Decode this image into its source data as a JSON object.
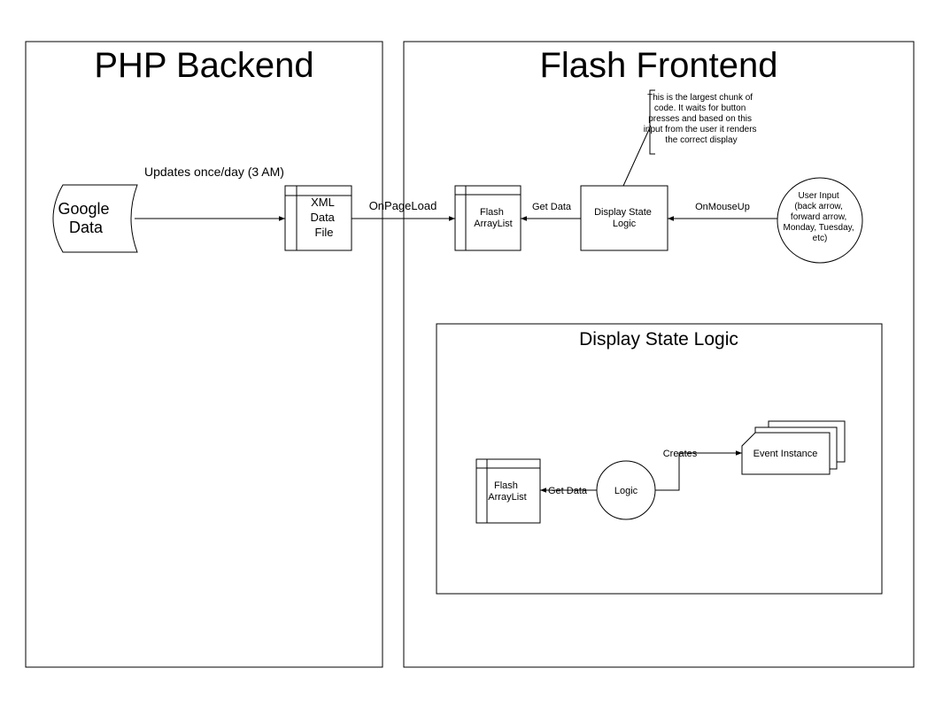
{
  "panels": {
    "backend_title": "PHP Backend",
    "frontend_title": "Flash Frontend",
    "inner_title": "Display State Logic"
  },
  "nodes": {
    "google_data": [
      "Google",
      "Data"
    ],
    "xml_data_file": [
      "XML",
      "Data",
      "File"
    ],
    "flash_arraylist_top": [
      "Flash",
      "ArrayList"
    ],
    "display_state_logic": [
      "Display State",
      "Logic"
    ],
    "user_input": [
      "User Input",
      "(back arrow,",
      "forward arrow,",
      "Monday, Tuesday,",
      "etc)"
    ],
    "note": [
      "This is the largest chunk of",
      "code. It waits for button",
      "presses and based on this",
      "input from the user it renders",
      "the correct display"
    ],
    "flash_arraylist_inner": [
      "Flash",
      "ArrayList"
    ],
    "logic": "Logic",
    "event_instance": "Event Instance"
  },
  "edges": {
    "updates": "Updates once/day (3 AM)",
    "onpageload": "OnPageLoad",
    "get_data_top": "Get Data",
    "onmouseup": "OnMouseUp",
    "get_data_inner": "Get Data",
    "creates": "Creates"
  }
}
